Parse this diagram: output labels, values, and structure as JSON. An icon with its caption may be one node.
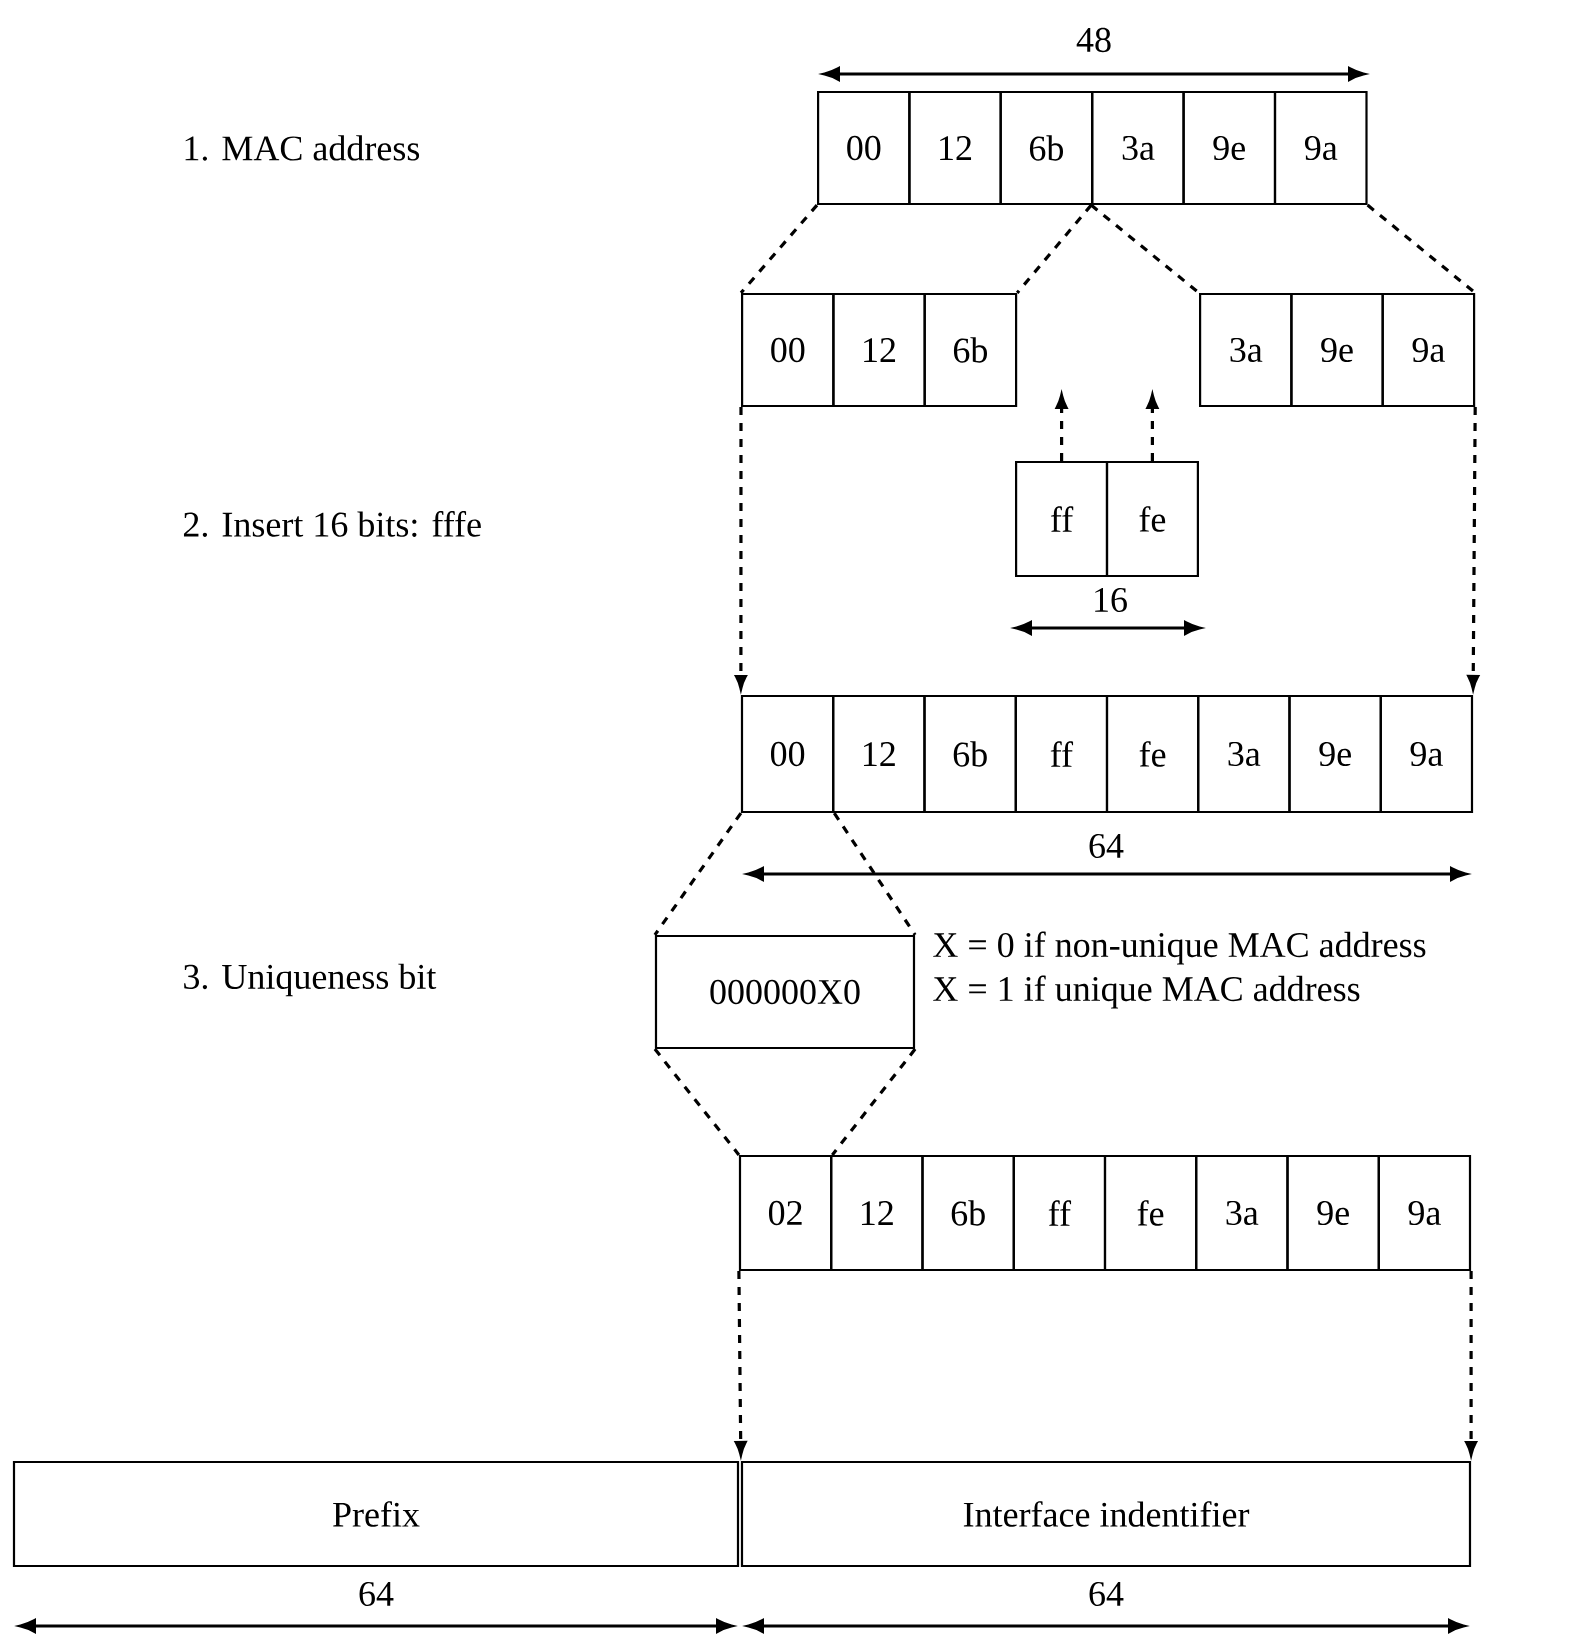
{
  "diagram": {
    "nodes": [
      {
        "text": [
          "00"
        ]
      },
      {
        "text": [
          "12"
        ]
      },
      {
        "text": [
          "6b"
        ]
      },
      {
        "text": [
          "3a"
        ]
      },
      {
        "text": [
          "9e"
        ]
      },
      {
        "text": [
          "9a"
        ]
      },
      {
        "text": [
          "00"
        ]
      },
      {
        "text": [
          "12"
        ]
      },
      {
        "text": [
          "6b"
        ]
      },
      {
        "text": [
          "3a"
        ]
      },
      {
        "text": [
          "9e"
        ]
      },
      {
        "text": [
          "9a"
        ]
      },
      {
        "text": [
          "ff"
        ]
      },
      {
        "text": [
          "fe"
        ]
      },
      {
        "text": [
          "00"
        ]
      },
      {
        "text": [
          "12"
        ]
      },
      {
        "text": [
          "6b"
        ]
      },
      {
        "text": [
          "ff"
        ]
      },
      {
        "text": [
          "fe"
        ]
      },
      {
        "text": [
          "3a"
        ]
      },
      {
        "text": [
          "9e"
        ]
      },
      {
        "text": [
          "9a"
        ]
      },
      {
        "text": [
          "000000X0"
        ]
      },
      {
        "text": [
          "02"
        ]
      },
      {
        "text": [
          "12"
        ]
      },
      {
        "text": [
          "6b"
        ]
      },
      {
        "text": [
          "ff"
        ]
      },
      {
        "text": [
          "fe"
        ]
      },
      {
        "text": [
          "3a"
        ]
      },
      {
        "text": [
          "9e"
        ]
      },
      {
        "text": [
          "9a"
        ]
      },
      {
        "text": [
          "Prefix"
        ]
      },
      {
        "text": [
          "Interface indentifier"
        ]
      }
    ],
    "edges": [
      {
        "from": 0,
        "to": 6,
        "arrow": "none",
        "style": "dashed"
      },
      {
        "from": 3,
        "to": 8,
        "arrow": "none",
        "style": "dashed"
      },
      {
        "from": 3,
        "to": 9,
        "arrow": "none",
        "style": "dashed"
      },
      {
        "from": 5,
        "to": 11,
        "arrow": "none",
        "style": "dashed"
      },
      {
        "from": 6,
        "to": 14,
        "arrow": "to",
        "style": "dashed"
      },
      {
        "from": 11,
        "to": 21,
        "arrow": "to",
        "style": "dashed"
      },
      {
        "from": 12,
        "to": null,
        "arrow": "to",
        "style": "dashed"
      },
      {
        "from": 13,
        "to": null,
        "arrow": "to",
        "style": "dashed"
      },
      {
        "from": 14,
        "to": 22,
        "arrow": "none",
        "style": "dashed"
      },
      {
        "from": 14,
        "to": 22,
        "arrow": "none",
        "style": "dashed"
      },
      {
        "from": 22,
        "to": 23,
        "arrow": "none",
        "style": "dashed"
      },
      {
        "from": 22,
        "to": 23,
        "arrow": "none",
        "style": "dashed"
      },
      {
        "from": 23,
        "to": 32,
        "arrow": "to",
        "style": "dashed"
      },
      {
        "from": 30,
        "to": 32,
        "arrow": "to",
        "style": "dashed"
      }
    ],
    "labels": [
      "48",
      "1. MAC address",
      "2. Insert 16 bits: fffe",
      "16",
      "64",
      "3. Uniqueness bit",
      "X = 0 if non-unique MAC address",
      "X = 1 if unique MAC address",
      "64",
      "64"
    ]
  }
}
